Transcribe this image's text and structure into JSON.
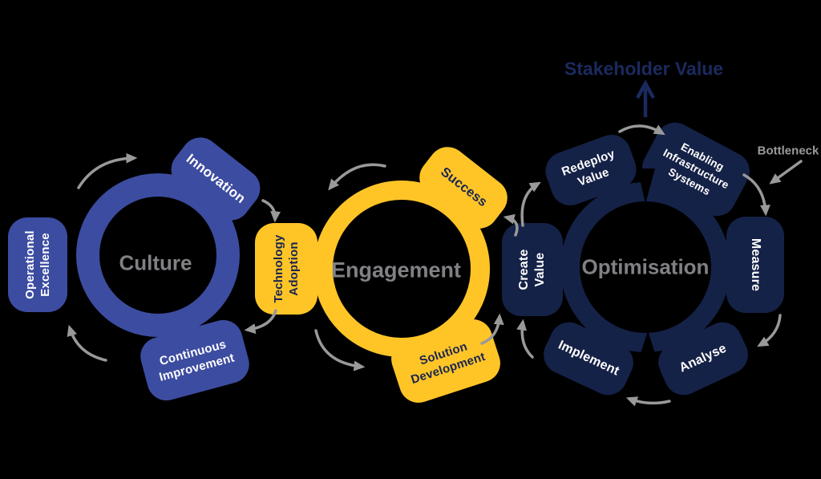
{
  "colors": {
    "background": "#000000",
    "culture_blue": "#3C4CA0",
    "engagement_yellow": "#FFC527",
    "optimisation_navy": "#152247",
    "hub_title_gray": "#808184",
    "arrow_gray": "#999999",
    "stakeholder_navy": "#1B2A5E",
    "bottleneck_gray": "#9A9A9A",
    "petal_text_navy": "#1B2550",
    "petal_text_white": "#FFFFFF"
  },
  "annotations": {
    "stakeholder_value": "Stakeholder Value",
    "bottleneck": "Bottleneck"
  },
  "hubs": [
    {
      "title": "Culture",
      "petals": [
        {
          "lines": [
            "Innovation"
          ]
        },
        {
          "lines": [
            "Operational",
            "Excellence"
          ]
        },
        {
          "lines": [
            "Continuous",
            "Improvement"
          ]
        }
      ]
    },
    {
      "title": "Engagement",
      "petals": [
        {
          "lines": [
            "Technology",
            "Adoption"
          ]
        },
        {
          "lines": [
            "Success"
          ]
        },
        {
          "lines": [
            "Solution",
            "Development"
          ]
        }
      ]
    },
    {
      "title": "Optimisation",
      "petals": [
        {
          "lines": [
            "Create",
            "Value"
          ]
        },
        {
          "lines": [
            "Redeploy",
            "Value"
          ]
        },
        {
          "lines": [
            "Enabling",
            "Infrastructure",
            "Systems"
          ]
        },
        {
          "lines": [
            "Measure"
          ]
        },
        {
          "lines": [
            "Analyse"
          ]
        },
        {
          "lines": [
            "Implement"
          ]
        }
      ]
    }
  ]
}
